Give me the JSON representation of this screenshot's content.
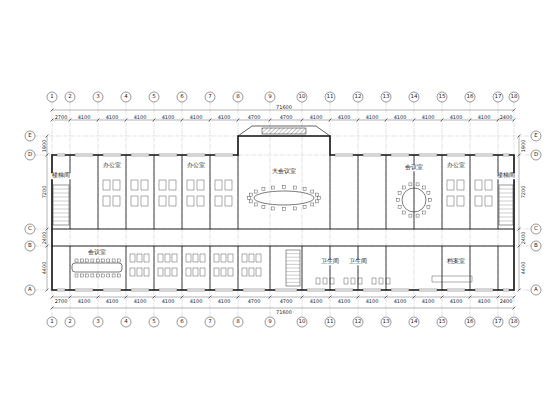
{
  "diagram": {
    "labels": [
      "1",
      "2",
      "3",
      "4",
      "5",
      "6",
      "7",
      "8",
      "9",
      "10",
      "11",
      "12",
      "13",
      "14",
      "15",
      "16",
      "17",
      "18",
      "2700",
      "4100",
      "4100",
      "4100",
      "4100",
      "4100",
      "4100",
      "4700",
      "4700",
      "4100",
      "4100",
      "4100",
      "4100",
      "4100",
      "4100",
      "4100",
      "2400",
      "71600",
      "2700",
      "4100",
      "4100",
      "4100",
      "4100",
      "4100",
      "4100",
      "4700",
      "4700",
      "4100",
      "4100",
      "4100",
      "4100",
      "4100",
      "4100",
      "4100",
      "2400",
      "71600",
      "1",
      "2",
      "3",
      "4",
      "5",
      "6",
      "7",
      "8",
      "9",
      "10",
      "11",
      "12",
      "13",
      "14",
      "15",
      "16",
      "17",
      "18",
      "E",
      "D",
      "C",
      "B",
      "A",
      "E",
      "D",
      "C",
      "B",
      "A",
      "1900",
      "7200",
      "2400",
      "4400",
      "1900",
      "7200",
      "2400",
      "4400",
      "楼梯间",
      "办公室",
      "办公室",
      "大会议室",
      "会议室",
      "办公室",
      "楼梯间",
      "会议室",
      "卫生间",
      "卫生间",
      "档案室"
    ]
  }
}
